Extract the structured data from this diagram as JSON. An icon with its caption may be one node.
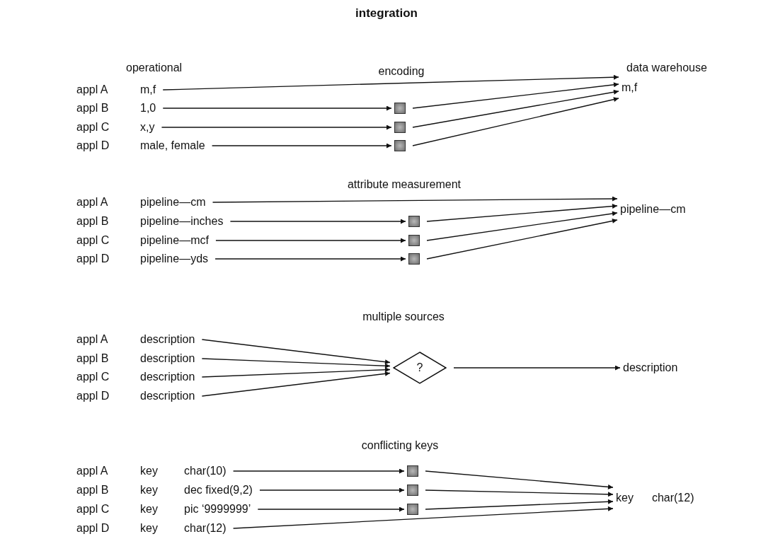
{
  "diagram": {
    "title": "integration",
    "nodes": [
      {
        "text": [
          "m,f"
        ]
      },
      {
        "text": [
          "1,0"
        ]
      },
      {
        "text": [
          "x,y"
        ]
      },
      {
        "text": [
          "male, female"
        ]
      },
      {
        "text": [],
        "shape": "box"
      },
      {
        "text": [],
        "shape": "box"
      },
      {
        "text": [],
        "shape": "box"
      },
      {
        "text": [
          "m,f"
        ]
      },
      {
        "text": [
          "pipeline—cm"
        ]
      },
      {
        "text": [
          "pipeline—inches"
        ]
      },
      {
        "text": [
          "pipeline—mcf"
        ]
      },
      {
        "text": [
          "pipeline—yds"
        ]
      },
      {
        "text": [],
        "shape": "box"
      },
      {
        "text": [],
        "shape": "box"
      },
      {
        "text": [],
        "shape": "box"
      },
      {
        "text": [
          "pipeline—cm"
        ]
      },
      {
        "text": [
          "description"
        ]
      },
      {
        "text": [
          "description"
        ]
      },
      {
        "text": [
          "description"
        ]
      },
      {
        "text": [
          "description"
        ]
      },
      {
        "text": [
          "?"
        ]
      },
      {
        "text": [
          "description"
        ]
      },
      {
        "text": [
          "char(10)"
        ]
      },
      {
        "text": [
          "dec fixed(9,2)"
        ]
      },
      {
        "text": [
          "pic ‘9999999’"
        ]
      },
      {
        "text": [
          "char(12)"
        ]
      },
      {
        "text": [],
        "shape": "box"
      },
      {
        "text": [],
        "shape": "box"
      },
      {
        "text": [],
        "shape": "box"
      },
      {
        "text": [
          "key",
          "char(12)"
        ]
      }
    ],
    "edges": [
      {
        "from": 0,
        "to": 7,
        "arrow": "to"
      },
      {
        "from": 1,
        "to": 4,
        "arrow": "to"
      },
      {
        "from": 2,
        "to": 5,
        "arrow": "to"
      },
      {
        "from": 3,
        "to": 6,
        "arrow": "to"
      },
      {
        "from": 4,
        "to": 7,
        "arrow": "to"
      },
      {
        "from": 5,
        "to": 7,
        "arrow": "to"
      },
      {
        "from": 6,
        "to": 7,
        "arrow": "to"
      },
      {
        "from": 8,
        "to": 15,
        "arrow": "to"
      },
      {
        "from": 9,
        "to": 12,
        "arrow": "to"
      },
      {
        "from": 10,
        "to": 13,
        "arrow": "to"
      },
      {
        "from": 11,
        "to": 14,
        "arrow": "to"
      },
      {
        "from": 12,
        "to": 15,
        "arrow": "to"
      },
      {
        "from": 13,
        "to": 15,
        "arrow": "to"
      },
      {
        "from": 14,
        "to": 15,
        "arrow": "to"
      },
      {
        "from": 16,
        "to": 20,
        "arrow": "to"
      },
      {
        "from": 17,
        "to": 20,
        "arrow": "to"
      },
      {
        "from": 18,
        "to": 20,
        "arrow": "to"
      },
      {
        "from": 19,
        "to": 20,
        "arrow": "to"
      },
      {
        "from": 20,
        "to": 21,
        "arrow": "to"
      },
      {
        "from": 22,
        "to": 26,
        "arrow": "to"
      },
      {
        "from": 23,
        "to": 27,
        "arrow": "to"
      },
      {
        "from": 24,
        "to": 28,
        "arrow": "to"
      },
      {
        "from": 25,
        "to": 29,
        "arrow": "to"
      },
      {
        "from": 26,
        "to": 29,
        "arrow": "to"
      },
      {
        "from": 27,
        "to": 29,
        "arrow": "to"
      },
      {
        "from": 28,
        "to": 29,
        "arrow": "to"
      }
    ],
    "labels": [
      "operational",
      "data warehouse",
      "encoding",
      "appl A",
      "appl B",
      "appl C",
      "appl D",
      "attribute measurement",
      "appl A",
      "appl B",
      "appl C",
      "appl D",
      "multiple sources",
      "appl A",
      "appl B",
      "appl C",
      "appl D",
      "conflicting keys",
      "appl A",
      "key",
      "appl B",
      "key",
      "appl C",
      "key",
      "appl D",
      "key"
    ]
  }
}
